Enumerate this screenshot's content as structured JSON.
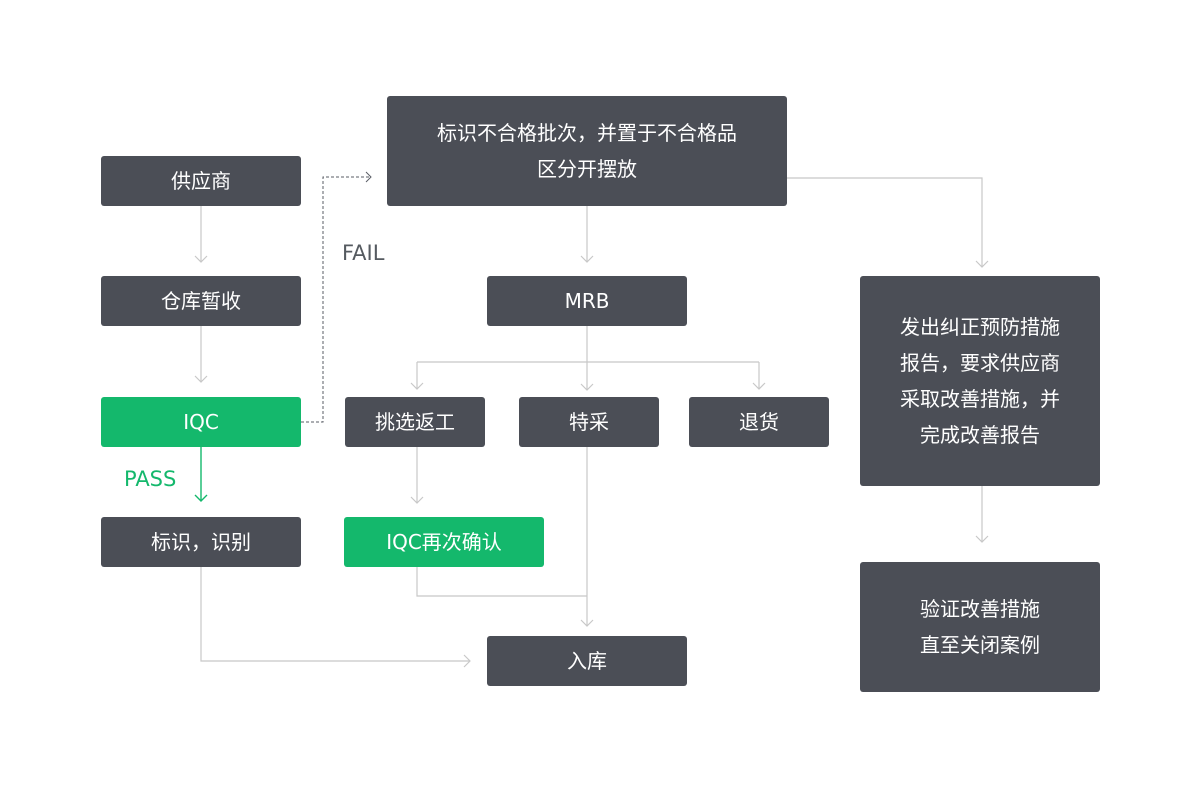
{
  "nodes": {
    "supplier": "供应商",
    "warehouse_temp": "仓库暂收",
    "iqc": "IQC",
    "mark_identify": "标识，识别",
    "isolate": "标识不合格批次，并置于不合格品\n区分开摆放",
    "mrb": "MRB",
    "rework": "挑选返工",
    "special_purchase": "特采",
    "return_goods": "退货",
    "iqc_reconfirm": "IQC再次确认",
    "in_stock": "入库",
    "corrective_report": "发出纠正预防措施\n报告，要求供应商\n采取改善措施，并\n完成改善报告",
    "verify_close": "验证改善措施\n直至关闭案例"
  },
  "labels": {
    "fail": "FAIL",
    "pass": "PASS"
  },
  "colors": {
    "node_dark": "#4b4e56",
    "node_green": "#14b86c",
    "connector": "#c8c8c8",
    "fail_text": "#555a60",
    "pass_text": "#14b86c"
  }
}
